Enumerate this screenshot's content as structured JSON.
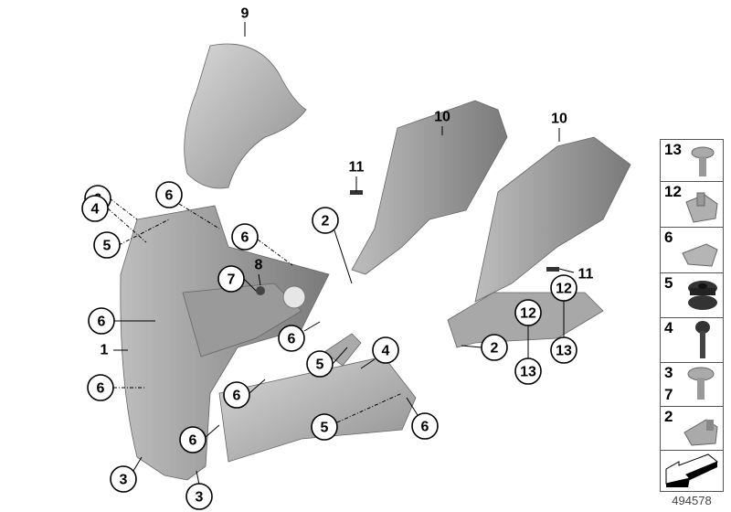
{
  "callouts": {
    "c1": "1",
    "c2a": "2",
    "c2b": "2",
    "c3a": "3",
    "c3b": "3",
    "c4a": "4",
    "c4b": "4",
    "c5a": "5",
    "c5b": "5",
    "c5c": "5",
    "c6a": "6",
    "c6b": "6",
    "c6c": "6",
    "c6d": "6",
    "c6e": "6",
    "c6f": "6",
    "c6g": "6",
    "c6h": "6",
    "c6i": "6",
    "c7": "7",
    "c8": "8",
    "c9": "9",
    "c10a": "10",
    "c10b": "10",
    "c11a": "11",
    "c11b": "11",
    "c12a": "12",
    "c12b": "12",
    "c13a": "13",
    "c13b": "13"
  },
  "legend": {
    "rows": [
      {
        "num": "13",
        "part": "screw-icon"
      },
      {
        "num": "12",
        "part": "clip-nut-icon"
      },
      {
        "num": "6",
        "part": "spring-clip-icon"
      },
      {
        "num": "5",
        "part": "rubber-grommet-icon"
      },
      {
        "num": "4",
        "part": "expanding-rivet-icon"
      },
      {
        "num": "3",
        "num2": "7",
        "part": "screw-icon"
      },
      {
        "num": "2",
        "part": "clip-nut-icon"
      },
      {
        "part": "arrow-icon"
      }
    ]
  },
  "diagram_id": "494578"
}
